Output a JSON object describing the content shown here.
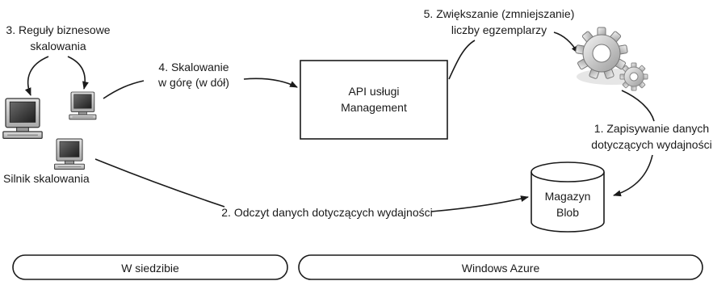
{
  "labels": {
    "rules": [
      "3. Reguły biznesowe",
      "skalowania"
    ],
    "scaling": [
      "4. Skalowanie",
      "w górę (w dół)"
    ],
    "api": [
      "API usługi",
      "Management"
    ],
    "instances": [
      "5. Zwiększanie (zmniejszanie)",
      "liczby egzemplarzy"
    ],
    "write_perf": [
      "1. Zapisywanie danych",
      "dotyczących wydajności"
    ],
    "read_perf": "2. Odczyt danych dotyczących wydajności",
    "storage": [
      "Magazyn",
      "Blob"
    ],
    "engine": "Silnik skalowania"
  },
  "zones": {
    "on_premises": "W siedzibie",
    "cloud": "Windows Azure"
  },
  "icons": {
    "computers": "computer-icon",
    "gears": "gears-icon",
    "database": "database-cylinder-icon"
  }
}
